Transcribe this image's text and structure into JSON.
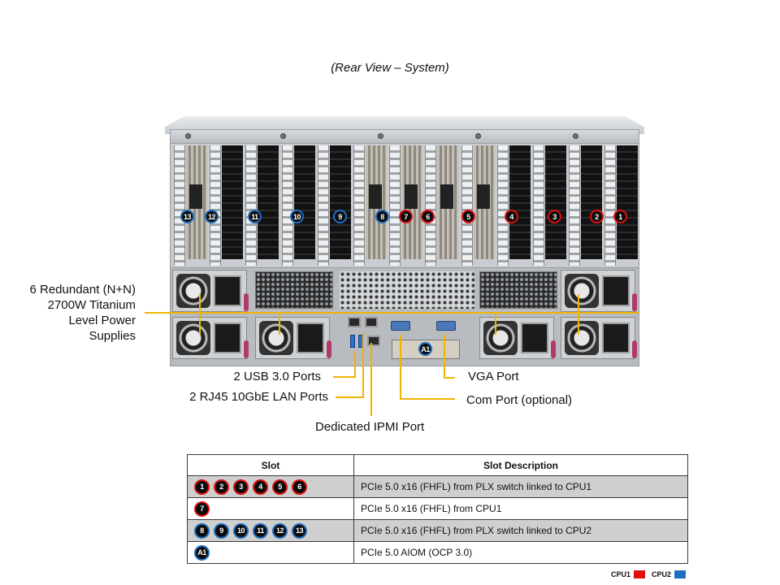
{
  "title": "(Rear View – System)",
  "colors": {
    "cpu1": "#e01010",
    "cpu2": "#1e6fc2",
    "leader": "#f0b400"
  },
  "slot_badges_on_chassis": [
    {
      "label": "13",
      "cpu": "cpu2"
    },
    {
      "label": "12",
      "cpu": "cpu2"
    },
    {
      "label": "11",
      "cpu": "cpu2"
    },
    {
      "label": "10",
      "cpu": "cpu2"
    },
    {
      "label": "9",
      "cpu": "cpu2"
    },
    {
      "label": "8",
      "cpu": "cpu2"
    },
    {
      "label": "7",
      "cpu": "cpu1"
    },
    {
      "label": "6",
      "cpu": "cpu1"
    },
    {
      "label": "5",
      "cpu": "cpu1"
    },
    {
      "label": "4",
      "cpu": "cpu1"
    },
    {
      "label": "3",
      "cpu": "cpu1"
    },
    {
      "label": "2",
      "cpu": "cpu1"
    },
    {
      "label": "1",
      "cpu": "cpu1"
    }
  ],
  "aiom_badge": {
    "label": "A1",
    "cpu": "cpu2"
  },
  "callouts": {
    "psu": [
      "6 Redundant (N+N)",
      "2700W Titanium",
      "Level Power",
      "Supplies"
    ],
    "usb": "2 USB 3.0 Ports",
    "lan": "2 RJ45 10GbE LAN Ports",
    "ipmi": "Dedicated IPMI Port",
    "vga": "VGA Port",
    "com": "Com Port (optional)"
  },
  "table": {
    "headers": [
      "Slot",
      "Slot Description"
    ],
    "rows": [
      {
        "slots": [
          {
            "label": "1",
            "cpu": "cpu1"
          },
          {
            "label": "2",
            "cpu": "cpu1"
          },
          {
            "label": "3",
            "cpu": "cpu1"
          },
          {
            "label": "4",
            "cpu": "cpu1"
          },
          {
            "label": "5",
            "cpu": "cpu1"
          },
          {
            "label": "6",
            "cpu": "cpu1"
          }
        ],
        "description": "PCIe 5.0 x16 (FHFL) from PLX switch linked to CPU1",
        "shaded": true
      },
      {
        "slots": [
          {
            "label": "7",
            "cpu": "cpu1"
          }
        ],
        "description": "PCIe 5.0 x16 (FHFL) from CPU1",
        "shaded": false
      },
      {
        "slots": [
          {
            "label": "8",
            "cpu": "cpu2"
          },
          {
            "label": "9",
            "cpu": "cpu2"
          },
          {
            "label": "10",
            "cpu": "cpu2"
          },
          {
            "label": "11",
            "cpu": "cpu2"
          },
          {
            "label": "12",
            "cpu": "cpu2"
          },
          {
            "label": "13",
            "cpu": "cpu2"
          }
        ],
        "description": "PCIe 5.0 x16 (FHFL) from PLX switch linked to CPU2",
        "shaded": true
      },
      {
        "slots": [
          {
            "label": "A1",
            "cpu": "cpu2"
          }
        ],
        "description": "PCIe 5.0 AIOM (OCP 3.0)",
        "shaded": false
      }
    ]
  },
  "legend": [
    {
      "label": "CPU1",
      "color": "#e01010"
    },
    {
      "label": "CPU2",
      "color": "#1e6fc2"
    }
  ]
}
